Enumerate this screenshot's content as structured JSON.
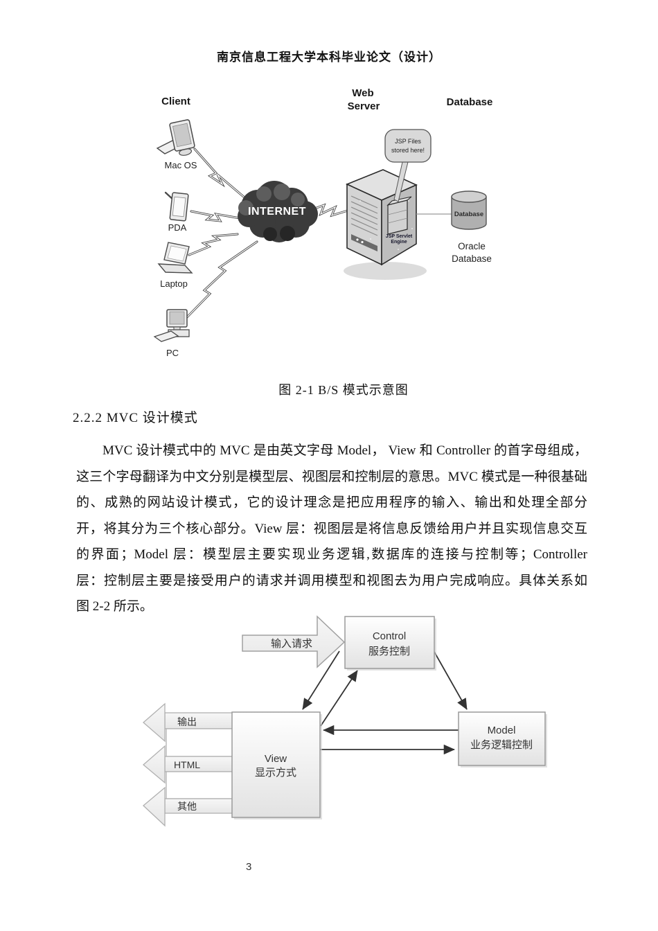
{
  "header": {
    "title": "南京信息工程大学本科毕业论文（设计）"
  },
  "figure_bs": {
    "caption": "图 2-1 B/S 模式示意图",
    "client_label": "Client",
    "web_server_line1": "Web",
    "web_server_line2": "Server",
    "database_title": "Database",
    "mac_label": "Mac OS",
    "pda_label": "PDA",
    "laptop_label": "Laptop",
    "pc_label": "PC",
    "internet_label": "INTERNET",
    "callout_line1": "JSP Files",
    "callout_line2": "stored here!",
    "engine_line1": "JSP Servlet",
    "engine_line2": "Engine",
    "cylinder_label": "Database",
    "oracle_line1": "Oracle",
    "oracle_line2": "Database"
  },
  "section": {
    "heading": "2.2.2  MVC 设计模式"
  },
  "paragraph": {
    "lines": [
      "MVC 设计模式中的 MVC 是由英文字母 Model， View 和 Controller 的首字母组成，",
      "这三个字母翻译为中文分别是模型层、视图层和控制层的意思。MVC 模式是一种很基础",
      "的、成熟的网站设计模式，它的设计理念是把应用程序的输入、输出和处理全部分",
      "开，将其分为三个核心部分。View 层：视图层是将信息反馈给用户并且实现信息交互",
      "的界面；Model 层：模型层主要实现业务逻辑,数据库的连接与控制等；Controller",
      "层：控制层主要是接受用户的请求并调用模型和视图去为用户完成响应。具体关系如",
      "图 2-2 所示。"
    ]
  },
  "figure_mvc": {
    "input_label": "输入请求",
    "control_line1": "Control",
    "control_line2": "服务控制",
    "view_line1": "View",
    "view_line2": "显示方式",
    "model_line1": "Model",
    "model_line2": "业务逻辑控制",
    "output_label": "输出",
    "html_label": "HTML",
    "other_label": "其他"
  },
  "page": {
    "number": "3"
  },
  "colors": {
    "page_bg": "#ffffff",
    "text": "#111111",
    "box_border": "#9a9a9a",
    "arrow": "#333333",
    "cloud": "#3b3b3b"
  }
}
